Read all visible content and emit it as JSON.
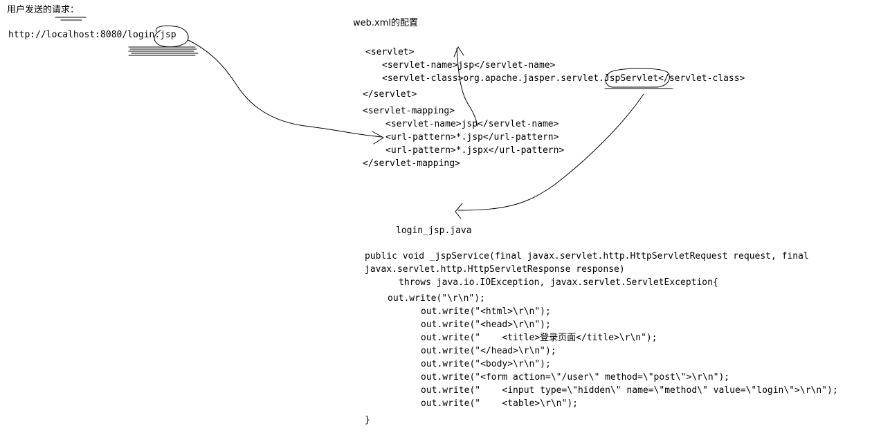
{
  "request": {
    "heading": "用户发送的请求：",
    "url": "http://localhost:8080/login.jsp"
  },
  "webxml": {
    "title": "web.xml的配置",
    "lines": [
      "<servlet>",
      "<servlet-name>jsp</servlet-name>",
      "<servlet-class>org.apache.jasper.servlet.JspServlet</servlet-class>",
      "</servlet>",
      "<servlet-mapping>",
      "<servlet-name>jsp</servlet-name>",
      "<url-pattern>*.jsp</url-pattern>",
      "<url-pattern>*.jspx</url-pattern>",
      "</servlet-mapping>"
    ]
  },
  "java": {
    "filename": "login_jsp.java",
    "lines": [
      "public void _jspService(final javax.servlet.http.HttpServletRequest request, final",
      "javax.servlet.http.HttpServletResponse response)",
      "throws java.io.IOException, javax.servlet.ServletException{",
      "out.write(\"\\r\\n\");",
      "out.write(\"<html>\\r\\n\");",
      "out.write(\"<head>\\r\\n\");",
      "out.write(\"    <title>登录页面</title>\\r\\n\");",
      "out.write(\"</head>\\r\\n\");",
      "out.write(\"<body>\\r\\n\");",
      "out.write(\"<form action=\\\"/user\\\" method=\\\"post\\\">\\r\\n\");",
      "out.write(\"    <input type=\\\"hidden\\\" name=\\\"method\\\" value=\\\"login\\\">\\r\\n\");",
      "out.write(\"    <table>\\r\\n\");",
      "}"
    ]
  }
}
